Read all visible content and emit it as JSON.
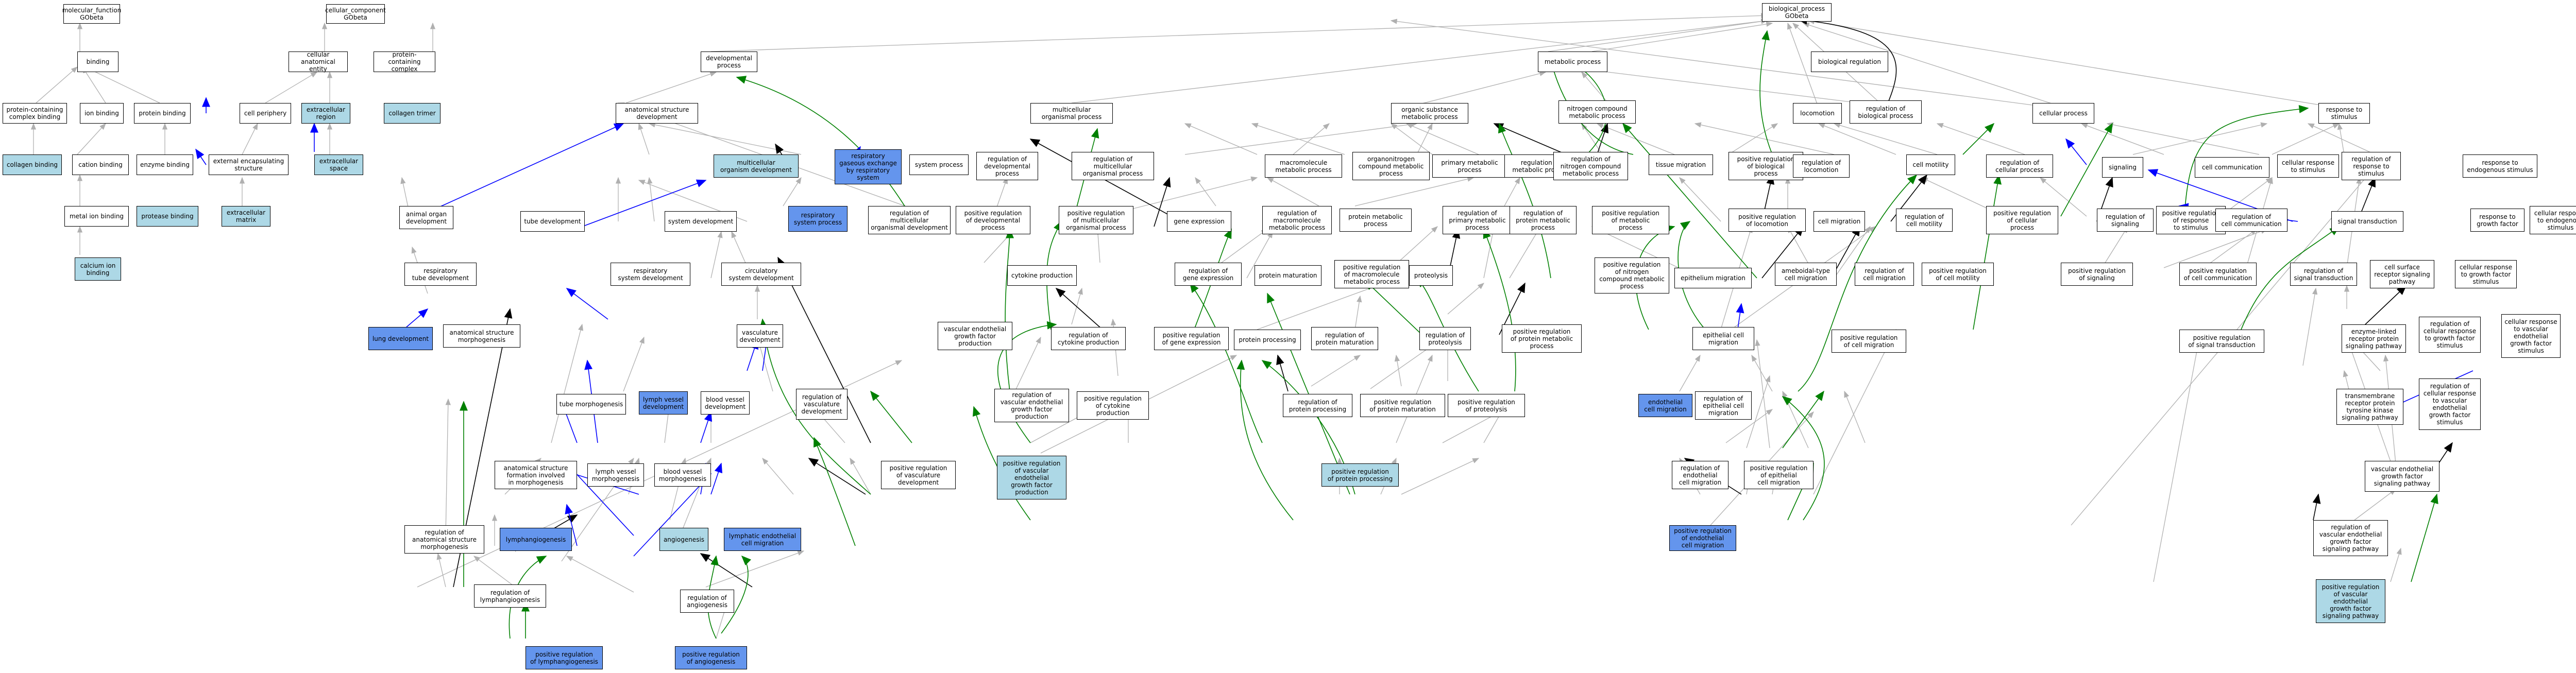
{
  "colors": {
    "light": "#add8e6",
    "blue": "#6495ed",
    "is_a": "#b0b0b0",
    "part_of": "#000000",
    "positively_regulates": "#008000",
    "regulates": "#0000ff"
  },
  "nodes": {
    "molecular_function": "molecular_function\nGObeta",
    "cellular_component": "cellular_component\nGObeta",
    "biological_process": "biological_process\nGObeta",
    "binding": "binding",
    "cellular_anatomical_entity": "cellular anatomical\nentity",
    "protein_containing_complex": "protein-containing\ncomplex",
    "pcc_binding": "protein-containing\ncomplex binding",
    "ion_binding": "ion binding",
    "protein_binding": "protein binding",
    "cell_periphery": "cell periphery",
    "extracellular_region": "extracellular\nregion",
    "collagen_trimer": "collagen trimer",
    "collagen_binding": "collagen binding",
    "cation_binding": "cation binding",
    "enzyme_binding": "enzyme binding",
    "external_encapsulating": "external encapsulating\nstructure",
    "extracellular_space": "extracellular\nspace",
    "metal_ion_binding": "metal ion binding",
    "protease_binding": "protease binding",
    "extracellular_matrix": "extracellular\nmatrix",
    "calcium_ion_binding": "calcium ion\nbinding",
    "developmental_process": "developmental\nprocess",
    "anatomical_structure_development": "anatomical structure\ndevelopment",
    "multicellular_organismal_process": "multicellular\norganismal process",
    "metabolic_process": "metabolic process",
    "biological_regulation": "biological regulation",
    "organic_substance_metabolic": "organic substance\nmetabolic process",
    "nitrogen_compound_metabolic": "nitrogen compound\nmetabolic process",
    "locomotion": "locomotion",
    "regulation_of_biological_process": "regulation of\nbiological process",
    "cellular_process": "cellular process",
    "response_to_stimulus": "response to\nstimulus",
    "multicellular_organism_development": "multicellular\norganism development",
    "respiratory_gaseous_exchange": "respiratory\ngaseous exchange\nby respiratory\nsystem",
    "system_process": "system process",
    "regulation_of_developmental_process": "regulation of\ndevelopmental\nprocess",
    "regulation_of_multicellular_organismal_process": "regulation of\nmulticellular\norganismal process",
    "macromolecule_metabolic": "macromolecule\nmetabolic process",
    "organonitrogen_compound_metabolic": "organonitrogen\ncompound metabolic\nprocess",
    "primary_metabolic": "primary metabolic\nprocess",
    "regulation_of_metabolic_process": "regulation of\nmetabolic process",
    "regulation_of_ncm": "regulation of\nnitrogen compound\nmetabolic process",
    "tissue_migration": "tissue migration",
    "positive_regulation_of_bp": "positive regulation\nof biological\nprocess",
    "regulation_of_locomotion": "regulation of\nlocomotion",
    "cell_motility": "cell motility",
    "regulation_of_cellular_process": "regulation of\ncellular process",
    "signaling": "signaling",
    "cell_communication": "cell communication",
    "cellular_response_to_stimulus": "cellular response\nto stimulus",
    "regulation_of_response_to_stimulus": "regulation of\nresponse to\nstimulus",
    "response_to_endogenous_stimulus": "response to\nendogenous stimulus",
    "animal_organ_development": "animal organ\ndevelopment",
    "tube_development": "tube development",
    "system_development": "system development",
    "respiratory_system_process": "respiratory\nsystem process",
    "regulation_of_multicellular_organismal_development": "regulation of\nmulticellular\norganismal development",
    "positive_regulation_of_developmental_process": "positive regulation\nof developmental\nprocess",
    "positive_regulation_of_mop": "positive regulation\nof multicellular\norganismal process",
    "gene_expression": "gene expression",
    "regulation_of_macromolecule_metabolic": "regulation of\nmacromolecule\nmetabolic process",
    "protein_metabolic": "protein metabolic\nprocess",
    "regulation_of_primary_metabolic": "regulation of\nprimary metabolic\nprocess",
    "regulation_of_protein_metabolic": "regulation of\nprotein metabolic\nprocess",
    "positive_regulation_of_metabolic": "positive regulation\nof metabolic\nprocess",
    "positive_regulation_of_locomotion": "positive regulation\nof locomotion",
    "cell_migration": "cell migration",
    "regulation_of_cell_motility": "regulation of\ncell motility",
    "positive_regulation_of_cellular_process": "positive regulation\nof cellular\nprocess",
    "regulation_of_signaling": "regulation of\nsignaling",
    "positive_regulation_of_response_to_stimulus": "positive regulation\nof response\nto stimulus",
    "regulation_of_cell_communication": "regulation of\ncell communication",
    "signal_transduction": "signal transduction",
    "response_to_growth_factor": "response to\ngrowth factor",
    "cellular_response_to_endogenous_stimulus": "cellular response\nto endogenous\nstimulus",
    "respiratory_tube_development": "respiratory\ntube development",
    "respiratory_system_development": "respiratory\nsystem development",
    "circulatory_system_development": "circulatory\nsystem development",
    "cytokine_production": "cytokine production",
    "regulation_of_gene_expression": "regulation of\ngene expression",
    "protein_maturation": "protein maturation",
    "positive_regulation_of_macromolecule_metabolic": "positive regulation\nof macromolecule\nmetabolic process",
    "proteolysis": "proteolysis",
    "positive_regulation_of_ncm": "positive regulation\nof nitrogen\ncompound metabolic\nprocess",
    "epithelium_migration": "epithelium migration",
    "ameboidal_cell_migration": "ameboidal-type\ncell migration",
    "regulation_of_cell_migration": "regulation of\ncell migration",
    "positive_regulation_of_cell_motility": "positive regulation\nof cell motility",
    "positive_regulation_of_signaling": "positive regulation\nof signaling",
    "positive_regulation_of_cell_communication": "positive regulation\nof cell communication",
    "regulation_of_signal_transduction": "regulation of\nsignal transduction",
    "cell_surface_receptor_signaling": "cell surface\nreceptor signaling\npathway",
    "cellular_response_to_growth_factor": "cellular response\nto growth factor\nstimulus",
    "lung_development": "lung development",
    "anatomical_structure_morphogenesis": "anatomical structure\nmorphogenesis",
    "vasculature_development": "vasculature\ndevelopment",
    "vegf_production": "vascular endothelial\ngrowth factor\nproduction",
    "regulation_of_cytokine_production": "regulation of\ncytokine production",
    "positive_regulation_of_gene_expression": "positive regulation\nof gene expression",
    "protein_processing": "protein processing",
    "regulation_of_protein_maturation": "regulation of\nprotein maturation",
    "regulation_of_proteolysis": "regulation of\nproteolysis",
    "positive_regulation_of_protein_metabolic": "positive regulation\nof protein metabolic\nprocess",
    "epithelial_cell_migration": "epithelial cell\nmigration",
    "positive_regulation_of_cell_migration": "positive regulation\nof cell migration",
    "positive_regulation_of_signal_transduction": "positive regulation\nof signal transduction",
    "enzyme_linked_receptor": "enzyme-linked\nreceptor protein\nsignaling pathway",
    "regulation_of_cellular_response_to_growth_factor": "regulation of\ncellular response\nto growth factor\nstimulus",
    "cellular_response_to_vegf": "cellular response\nto vascular\nendothelial\ngrowth factor\nstimulus",
    "tube_morphogenesis": "tube morphogenesis",
    "lymph_vessel_development": "lymph vessel\ndevelopment",
    "blood_vessel_development": "blood vessel\ndevelopment",
    "regulation_of_vasculature_development": "regulation of\nvasculature\ndevelopment",
    "regulation_of_vegf_production": "regulation of\nvascular endothelial\ngrowth factor\nproduction",
    "positive_regulation_of_cytokine_production": "positive regulation\nof cytokine\nproduction",
    "regulation_of_protein_processing": "regulation of\nprotein processing",
    "positive_regulation_of_protein_maturation": "positive regulation\nof protein maturation",
    "positive_regulation_of_proteolysis": "positive regulation\nof proteolysis",
    "endothelial_cell_migration": "endothelial\ncell migration",
    "regulation_of_epithelial_cell_migration": "regulation of\nepithelial cell\nmigration",
    "transmembrane_rtk": "transmembrane\nreceptor protein\ntyrosine kinase\nsignaling pathway",
    "regulation_of_cellular_response_to_vegf": "regulation of\ncellular response\nto vascular\nendothelial\ngrowth factor\nstimulus",
    "anatomical_structure_formation": "anatomical structure\nformation involved\nin morphogenesis",
    "lymph_vessel_morphogenesis": "lymph vessel\nmorphogenesis",
    "blood_vessel_morphogenesis": "blood vessel\nmorphogenesis",
    "positive_regulation_of_vasculature_development": "positive regulation\nof vasculature\ndevelopment",
    "positive_regulation_of_vegf_production": "positive regulation\nof vascular\nendothelial\ngrowth factor\nproduction",
    "positive_regulation_of_protein_processing": "positive regulation\nof protein processing",
    "regulation_of_endothelial_cell_migration": "regulation of\nendothelial\ncell migration",
    "positive_regulation_of_epithelial_cell_migration": "positive regulation\nof epithelial\ncell migration",
    "vegf_signaling_pathway": "vascular endothelial\ngrowth factor\nsignaling pathway",
    "regulation_of_anatomical_structure_morphogenesis": "regulation of\nanatomical structure\nmorphogenesis",
    "lymphangiogenesis": "lymphangiogenesis",
    "angiogenesis": "angiogenesis",
    "lymphatic_endothelial_cell_migration": "lymphatic endothelial\ncell migration",
    "positive_regulation_of_endothelial_cell_migration": "positive regulation\nof endothelial\ncell migration",
    "regulation_of_vegf_signaling": "regulation of\nvascular endothelial\ngrowth factor\nsignaling pathway",
    "regulation_of_lymphangiogenesis": "regulation of\nlymphangiogenesis",
    "regulation_of_angiogenesis": "regulation of\nangiogenesis",
    "positive_regulation_of_vegf_signaling": "positive regulation\nof vascular\nendothelial\ngrowth factor\nsignaling pathway",
    "positive_regulation_of_lymphangiogenesis": "positive regulation\nof lymphangiogenesis",
    "positive_regulation_of_angiogenesis": "positive regulation\nof angiogenesis"
  }
}
